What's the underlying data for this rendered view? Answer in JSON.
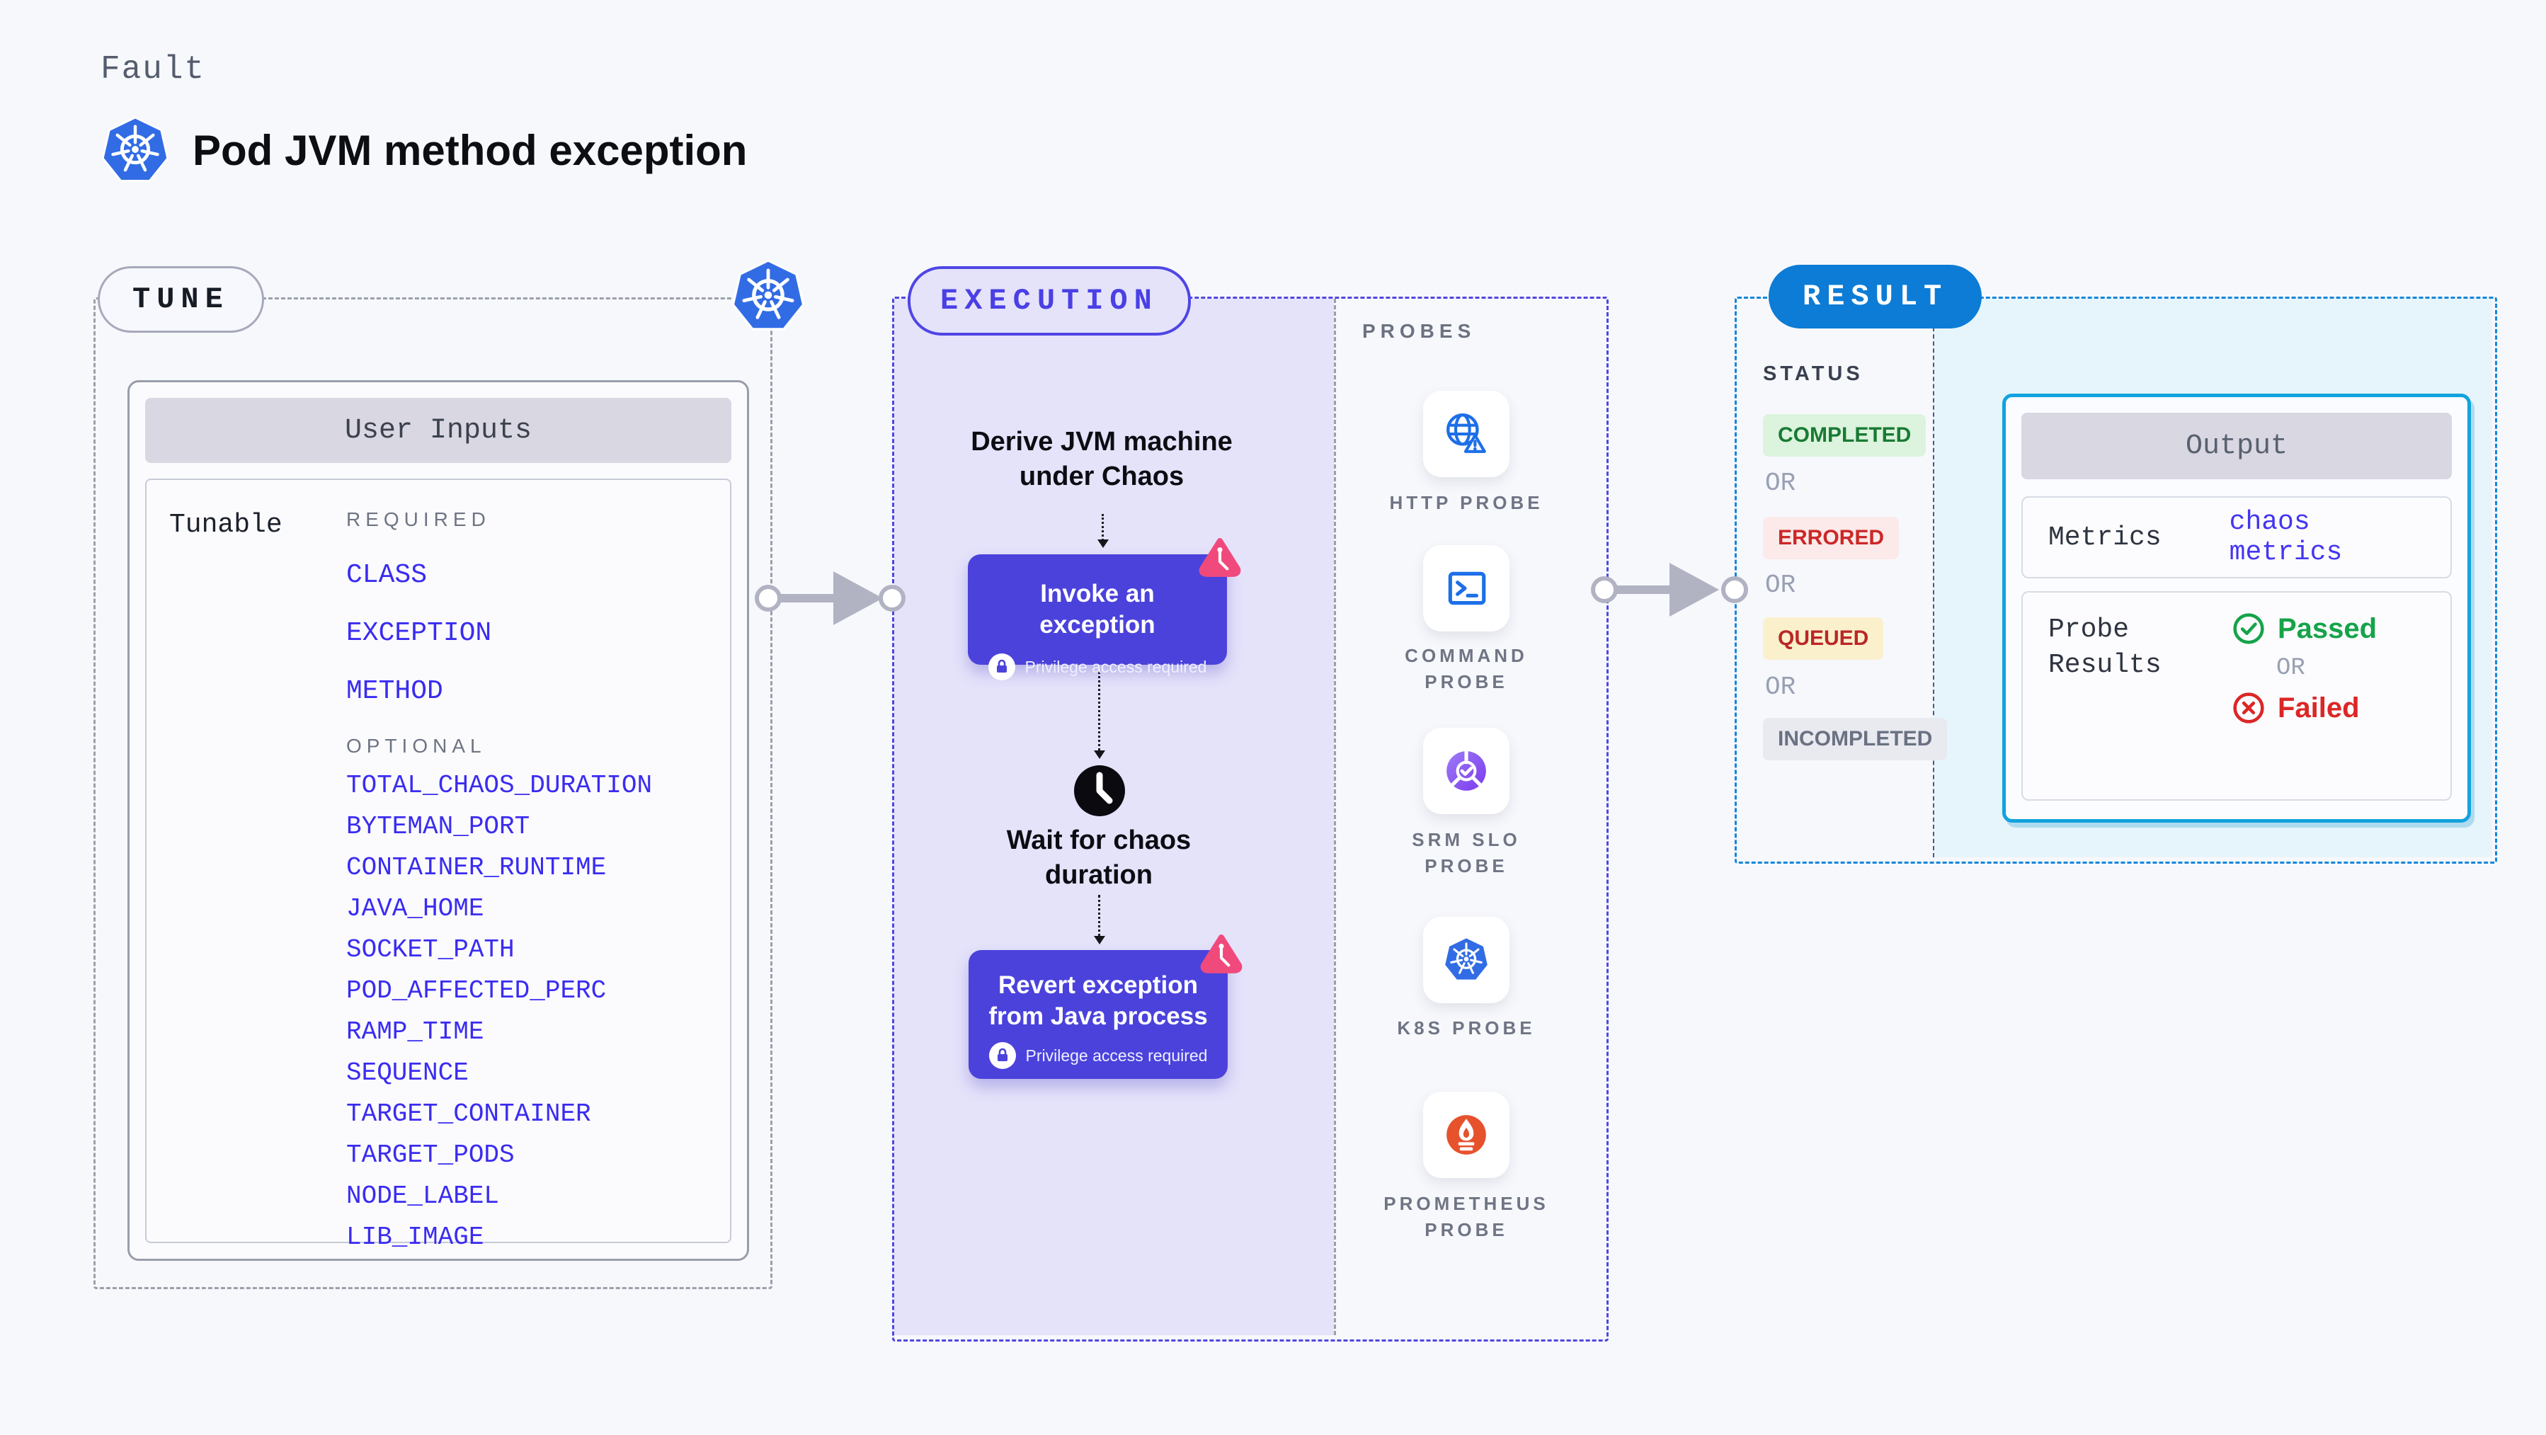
{
  "header": {
    "kicker": "Fault",
    "title": "Pod JVM method exception"
  },
  "tune": {
    "badge": "TUNE",
    "panel_title": "User Inputs",
    "row_label": "Tunable",
    "required_label": "REQUIRED",
    "required_items": [
      "CLASS",
      "EXCEPTION",
      "METHOD"
    ],
    "optional_label": "OPTIONAL",
    "optional_items": [
      "TOTAL_CHAOS_DURATION",
      "BYTEMAN_PORT",
      "CONTAINER_RUNTIME",
      "JAVA_HOME",
      "SOCKET_PATH",
      "POD_AFFECTED_PERC",
      "RAMP_TIME",
      "SEQUENCE",
      "TARGET_CONTAINER",
      "TARGET_PODS",
      "NODE_LABEL",
      "LIB_IMAGE"
    ]
  },
  "execution": {
    "badge": "EXECUTION",
    "derive_step": "Derive JVM machine under Chaos",
    "invoke_step": {
      "title": "Invoke an exception",
      "note": "Privilege access required"
    },
    "wait_step": "Wait for chaos duration",
    "revert_step": {
      "title": "Revert exception from Java process",
      "note": "Privilege access required"
    }
  },
  "probes": {
    "label": "PROBES",
    "items": [
      {
        "name": "HTTP PROBE",
        "icon": "globe-alert-icon"
      },
      {
        "name": "COMMAND PROBE",
        "icon": "terminal-icon"
      },
      {
        "name": "SRM SLO PROBE",
        "icon": "slo-pie-check-icon"
      },
      {
        "name": "K8S PROBE",
        "icon": "kubernetes-icon"
      },
      {
        "name": "PROMETHEUS PROBE",
        "icon": "prometheus-flame-icon"
      }
    ]
  },
  "result": {
    "badge": "RESULT",
    "status_label": "STATUS",
    "or_label": "OR",
    "statuses": [
      {
        "label": "COMPLETED",
        "type": "success"
      },
      {
        "label": "ERRORED",
        "type": "error"
      },
      {
        "label": "QUEUED",
        "type": "warning"
      },
      {
        "label": "INCOMPLETED",
        "type": "muted"
      }
    ],
    "output": {
      "title": "Output",
      "metrics_label": "Metrics",
      "metrics_value": "chaos metrics",
      "probe_results_label": "Probe Results",
      "or_label": "OR",
      "passed_label": "Passed",
      "failed_label": "Failed"
    }
  },
  "colors": {
    "accent_indigo": "#4b42dc",
    "accent_blue": "#0c7cd6",
    "accent_cyan": "#12a3de",
    "kubernetes_blue": "#326ce5",
    "litmus_pink": "#f04a7d",
    "prometheus_orange": "#e6522c",
    "success_green": "#16a34a",
    "fail_red": "#dc2626",
    "lavender_fill": "#e5e3fa",
    "cyan_fill": "#e6f5fb"
  }
}
